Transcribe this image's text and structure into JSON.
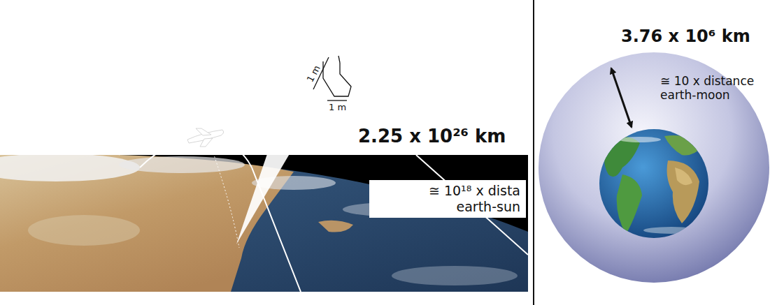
{
  "diagram": {
    "nodes": [
      {
        "text": [
          "≅ 10¹⁸ x dista earth-sun"
        ]
      }
    ],
    "labels": [
      "1 m",
      "1 m",
      "2.25 x 10²⁶ km",
      "3.76 x 10⁶ km",
      "≅ 10 x distance earth-moon"
    ]
  }
}
